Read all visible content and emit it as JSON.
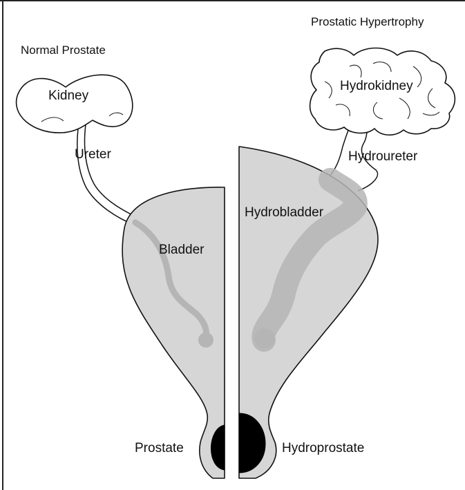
{
  "headings": {
    "left": "Normal Prostate",
    "right": "Prostatic Hypertrophy"
  },
  "labels": {
    "kidney": "Kidney",
    "ureter": "Ureter",
    "bladder": "Bladder",
    "prostate": "Prostate",
    "hydrokidney": "Hydrokidney",
    "hydroureter": "Hydroureter",
    "hydrobladder": "Hydrobladder",
    "hydroprostate": "Hydroprostate"
  },
  "colors": {
    "organ_fill": "#d6d6d6",
    "flow_fill": "#b5b5b5",
    "prostate_fill": "#000000",
    "outline": "#111111",
    "background": "#ffffff"
  }
}
